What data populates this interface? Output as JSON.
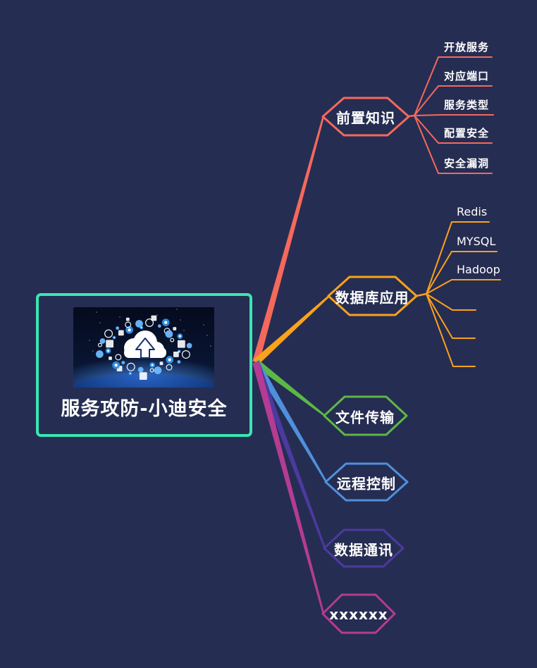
{
  "canvas": {
    "background": "#262d52",
    "text_color": "#ffffff"
  },
  "central": {
    "title": "服务攻防-小迪安全",
    "border_color": "#38e7b1",
    "image_name": "cloud-upload-icon-sphere-photo"
  },
  "branches": [
    {
      "label": "前置知识",
      "color": "#f4695c",
      "children": [
        "开放服务",
        "对应端口",
        "服务类型",
        "配置安全",
        "安全漏洞"
      ]
    },
    {
      "label": "数据库应用",
      "color": "#f9a21b",
      "children": [
        "Redis",
        "MYSQL",
        "Hadoop",
        "",
        "",
        ""
      ]
    },
    {
      "label": "文件传输",
      "color": "#5cb845",
      "children": []
    },
    {
      "label": "远程控制",
      "color": "#4e90dc",
      "children": []
    },
    {
      "label": "数据通讯",
      "color": "#4b3aa0",
      "children": []
    },
    {
      "label": "xxxxxx",
      "color": "#b43c92",
      "children": []
    }
  ]
}
